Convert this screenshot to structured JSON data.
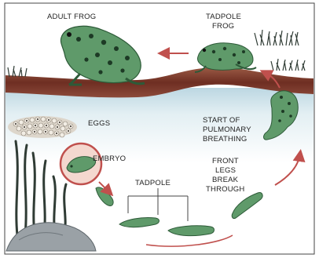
{
  "labels": {
    "adult_frog": "ADULT FROG",
    "tadpole_frog_1": "TADPOLE",
    "tadpole_frog_2": "FROG",
    "eggs": "EGGS",
    "embryo": "EMBRYO",
    "tadpole": "TADPOLE",
    "pulmonary_1": "START OF",
    "pulmonary_2": "PULMONARY",
    "pulmonary_3": "BREATHING",
    "front_legs_1": "FRONT",
    "front_legs_2": "LEGS",
    "front_legs_3": "BREAK",
    "front_legs_4": "THROUGH"
  },
  "colors": {
    "frog_green": "#5f9a6a",
    "frog_spots": "#1d3a25",
    "earth": "#6e2e22",
    "water": "#cfe3ea",
    "arrow": "#c0504d",
    "rock": "#9aa1a6",
    "weed": "#2f3b34"
  }
}
